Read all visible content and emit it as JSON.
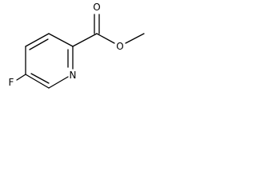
{
  "molecule": {
    "atoms": {
      "fluorine": "F",
      "nitrogen": "N",
      "carbonyl_oxygen": "O",
      "ester_oxygen": "O"
    }
  }
}
